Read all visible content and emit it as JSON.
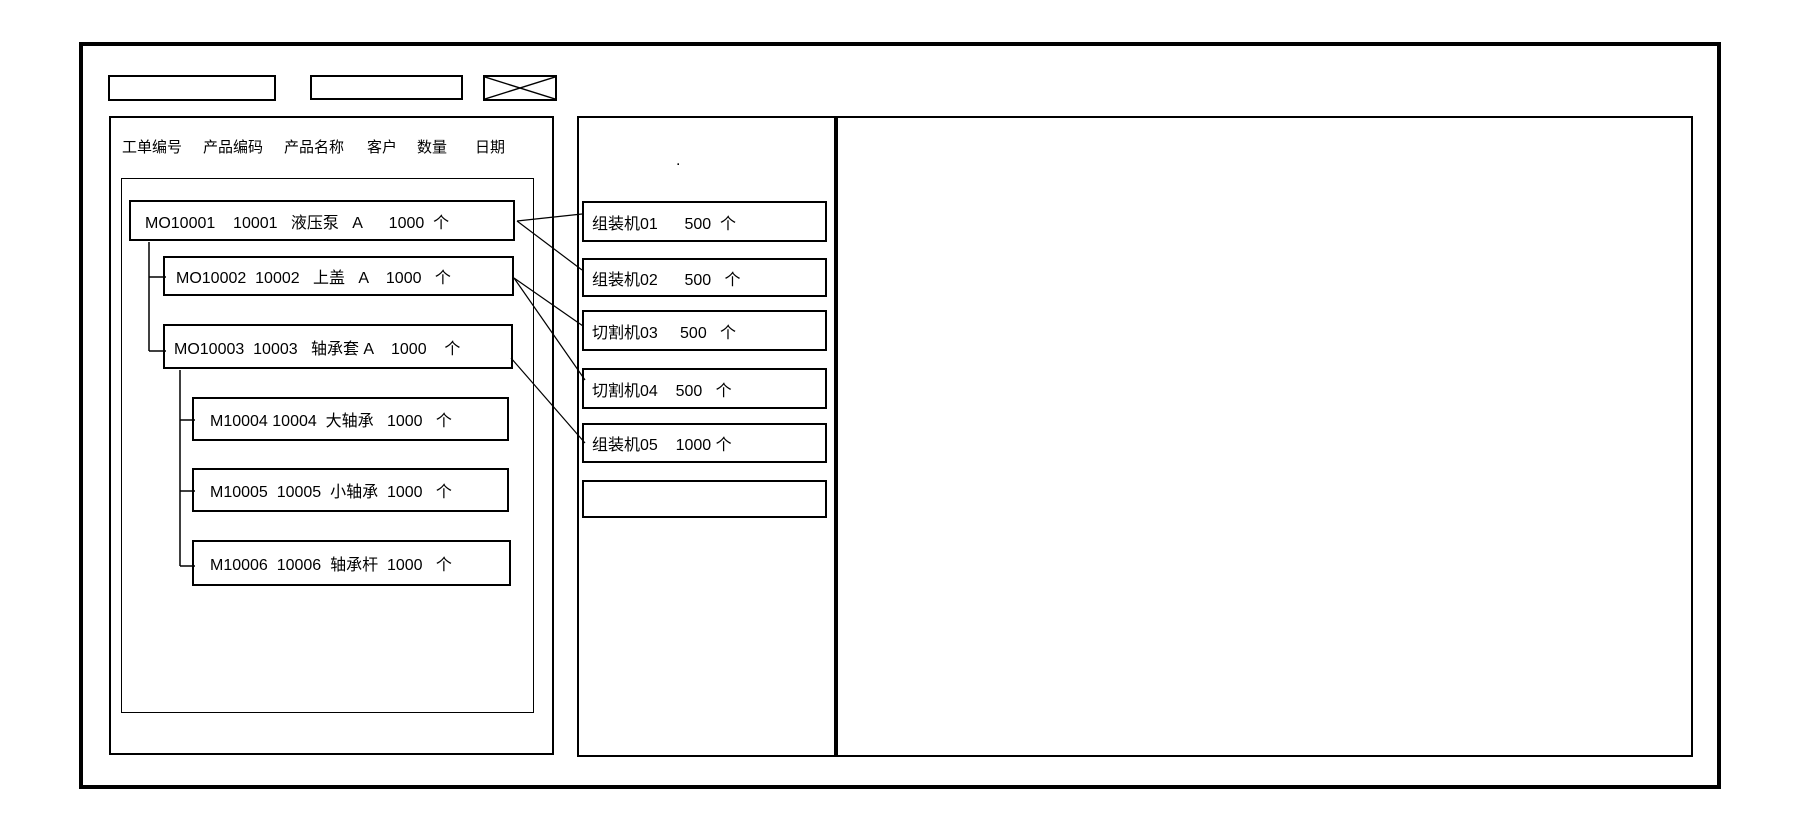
{
  "colors": {
    "line": "#000000",
    "background": "#ffffff"
  },
  "toolbar": {
    "field1_value": "",
    "field2_value": "",
    "close_icon": "x-cross"
  },
  "left_panel": {
    "columns": [
      "工单编号",
      "产品编码",
      "产品名称",
      "客户",
      "数量",
      "日期"
    ],
    "orders": [
      "MO10001    10001   液压泵   A      1000  个",
      "MO10002  10002   上盖   A    1000   个",
      "MO10003  10003   轴承套 A    1000    个",
      "M10004 10004  大轴承   1000   个",
      "M10005  10005  小轴承  1000   个",
      "M10006  10006  轴承杆  1000   个"
    ]
  },
  "middle_panel": {
    "dot": ".",
    "machines": [
      "组装机01      500  个",
      "组装机02      500   个",
      "切割机03     500   个",
      "切割机04    500   个",
      "组装机05    1000 个",
      ""
    ]
  },
  "right_panel": {
    "content": ""
  },
  "connections": [
    {
      "from": "MO10001",
      "to": "组装机01"
    },
    {
      "from": "MO10001",
      "to": "组装机02"
    },
    {
      "from": "MO10002",
      "to": "切割机03"
    },
    {
      "from": "MO10002",
      "to": "切割机04"
    },
    {
      "from": "MO10003",
      "to": "组装机05"
    }
  ],
  "tree": {
    "parent_of": {
      "MO10002": "MO10001",
      "MO10003": "MO10001",
      "M10004": "MO10003",
      "M10005": "MO10003",
      "M10006": "MO10003"
    }
  }
}
